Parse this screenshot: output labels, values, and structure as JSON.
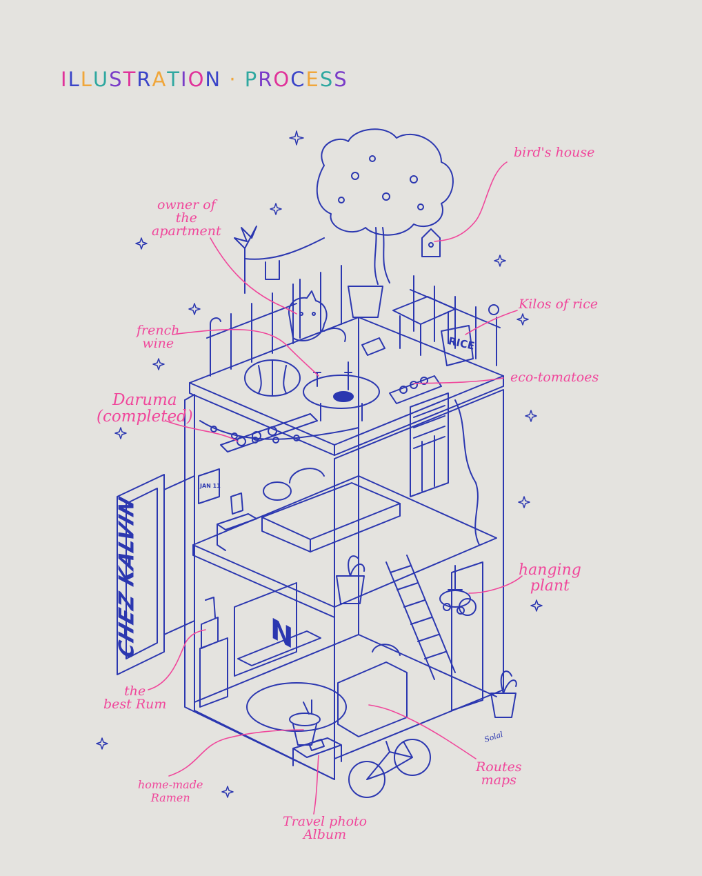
{
  "title": {
    "text": "ILLUSTRATION · PROCESS",
    "colors": [
      "#e0329a",
      "#3a44c8",
      "#f0a63a",
      "#2fa8a0",
      "#7a3cc8"
    ]
  },
  "colors": {
    "background": "#e4e3df",
    "ink": "#2b37b0",
    "annotation": "#f0479b"
  },
  "illustration": {
    "sign_text": "CHEZ KALVIN",
    "tshirt_letter": "N",
    "rice_bag": "RICE",
    "calendar": "JAN 11",
    "signature": "Solal"
  },
  "annotations": [
    {
      "id": "birds-house",
      "text": "bird's house"
    },
    {
      "id": "owner",
      "text": "owner of\nthe\napartment"
    },
    {
      "id": "kilos-of-rice",
      "text": "Kilos of rice"
    },
    {
      "id": "french-wine",
      "text": "french\nwine"
    },
    {
      "id": "eco-tomatoes",
      "text": "eco-tomatoes"
    },
    {
      "id": "daruma",
      "text": "Daruma\n(completed)"
    },
    {
      "id": "hanging-plant",
      "text": "hanging\nplant"
    },
    {
      "id": "best-rum",
      "text": "the\nbest Rum"
    },
    {
      "id": "routes-maps",
      "text": "Routes\nmaps"
    },
    {
      "id": "ramen",
      "text": "home-made\nRamen"
    },
    {
      "id": "photo-album",
      "text": "Travel photo\nAlbum"
    }
  ]
}
